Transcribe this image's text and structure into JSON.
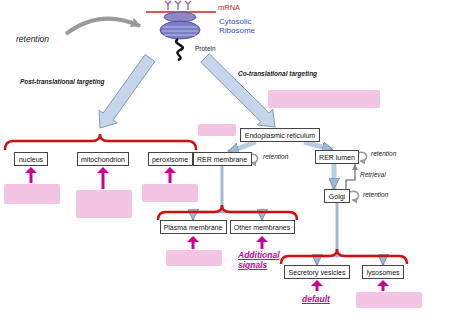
{
  "diagram": {
    "nodes": [
      {
        "text": [
          "nucleus"
        ]
      },
      {
        "text": [
          "mitochondrion"
        ]
      },
      {
        "text": [
          "peroxisome"
        ]
      },
      {
        "text": [
          "Endoplasmic reticulum"
        ]
      },
      {
        "text": [
          "RER membrane"
        ]
      },
      {
        "text": [
          "RER lumen"
        ]
      },
      {
        "text": [
          "Plasma membrane"
        ]
      },
      {
        "text": [
          "Other membranes"
        ]
      },
      {
        "text": [
          "Golgi"
        ]
      },
      {
        "text": [
          "Secretory vesicles"
        ]
      },
      {
        "text": [
          "lysosomes"
        ]
      }
    ],
    "edges": [
      {
        "from": 3,
        "to": 4,
        "arrow": "to"
      },
      {
        "from": 3,
        "to": 5,
        "arrow": "to"
      },
      {
        "from": 5,
        "to": 8,
        "arrow": "to"
      },
      {
        "from": 4,
        "to": 6,
        "arrow": "to"
      },
      {
        "from": 4,
        "to": 7,
        "arrow": "to"
      },
      {
        "from": 8,
        "to": 9,
        "arrow": "to"
      },
      {
        "from": 8,
        "to": 10,
        "arrow": "to"
      },
      {
        "from": 8,
        "to": 5,
        "label": "Retrieval",
        "arrow": "to"
      }
    ],
    "labels": [
      "mRNA",
      "Cytosolic Ribosome",
      "Protein",
      "retention",
      "Post-translational targeting",
      "Co-translational targeting",
      "retention",
      "retention",
      "retention",
      "Additional signals",
      "default"
    ]
  }
}
